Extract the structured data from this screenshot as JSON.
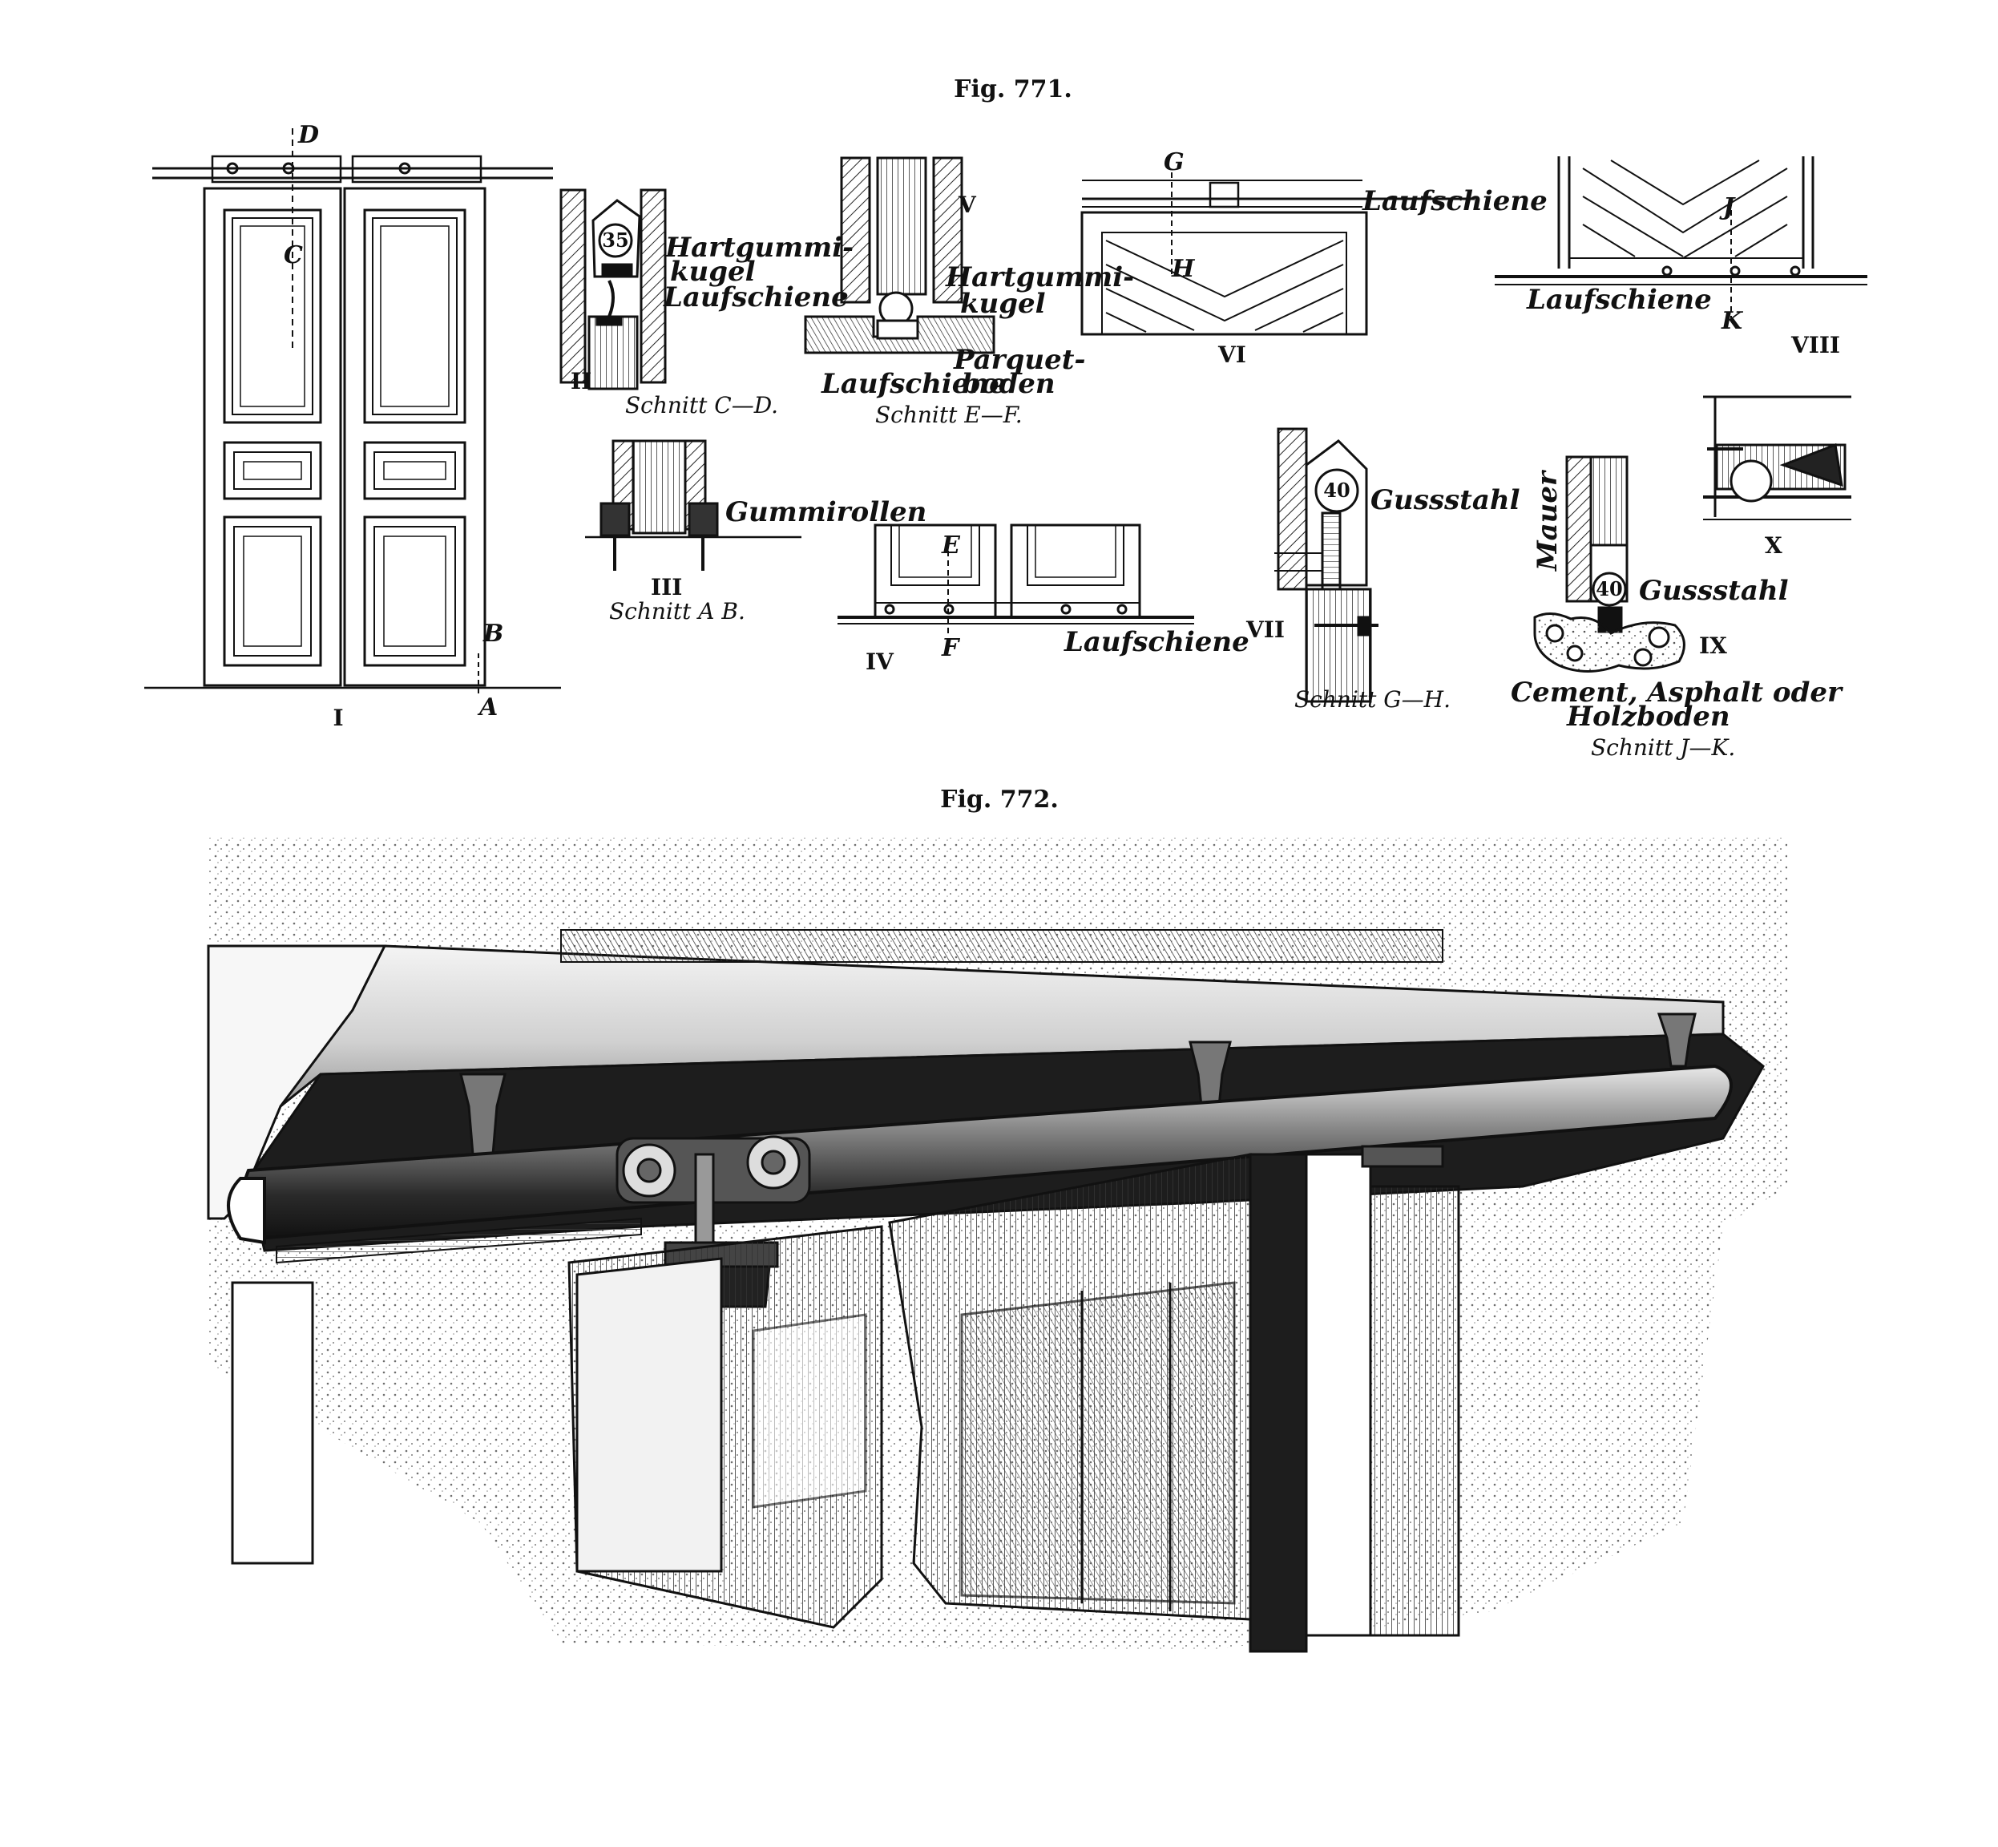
{
  "figures": {
    "fig771": {
      "title": "Fig. 771."
    },
    "fig772": {
      "title": "Fig. 772."
    }
  },
  "views": {
    "i": {
      "numeral": "I",
      "marks": [
        "D",
        "C",
        "B",
        "A"
      ]
    },
    "ii": {
      "numeral": "II",
      "labels": [
        "Hartgummi-",
        "kugel",
        "Laufschiene"
      ],
      "dimension": "35",
      "caption": "Schnitt C—D."
    },
    "iii": {
      "numeral": "III",
      "labels": [
        "Gummirollen"
      ],
      "caption": "Schnitt A  B."
    },
    "iv": {
      "numeral": "IV",
      "marks": [
        "E",
        "F"
      ],
      "labels": [
        "Laufschiene"
      ]
    },
    "v": {
      "numeral": "V",
      "labels": [
        "Hartgummi-",
        "kugel",
        "Parquet-",
        "boden",
        "Laufschiene"
      ],
      "caption": "Schnitt E—F."
    },
    "vi": {
      "numeral": "VI",
      "marks": [
        "G",
        "H"
      ],
      "labels": [
        "Laufschiene"
      ]
    },
    "vii": {
      "numeral": "VII",
      "labels": [
        "Gussstahl"
      ],
      "dimension": "40",
      "caption": "Schnitt G—H."
    },
    "viii": {
      "numeral": "VIII",
      "marks": [
        "J",
        "K"
      ],
      "labels": [
        "Laufschiene"
      ]
    },
    "ix": {
      "numeral": "IX",
      "labels": [
        "Mauer",
        "Gussstahl",
        "Cement, Asphalt oder",
        "Holzboden"
      ],
      "dimension": "40",
      "caption": "Schnitt J—K."
    },
    "x": {
      "numeral": "X"
    }
  },
  "colors": {
    "ink": "#111111",
    "paper": "#ffffff",
    "shade": "#555555",
    "light": "#cfcfcf"
  }
}
